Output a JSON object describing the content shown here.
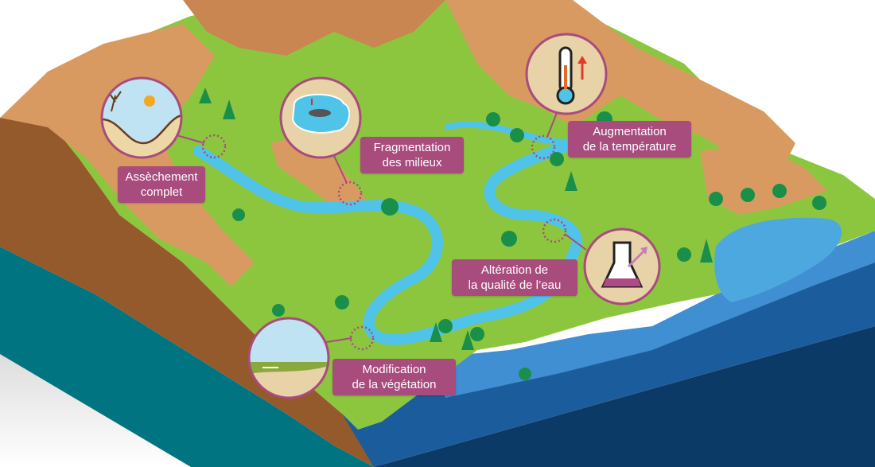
{
  "diagram": {
    "type": "isometric landscape illustration",
    "colors": {
      "label_bg": "#a84b7d",
      "callout_stroke": "#a84b7d",
      "mountain": "#d99a62",
      "grass": "#8cc63f",
      "river": "#4fc3e8",
      "sea_shallow": "#3f8fd2",
      "sea_deep": "#1b5d9c",
      "soil_edge": "#945a2c",
      "teal_edge": "#007481"
    },
    "callouts": [
      {
        "id": "drying",
        "icon": "dry-riverbed-icon",
        "lines": [
          "Assèchement",
          "complet"
        ]
      },
      {
        "id": "fragmentation",
        "icon": "fish-in-isolated-pool-icon",
        "lines": [
          "Fragmentation",
          "des milieux"
        ]
      },
      {
        "id": "temperature",
        "icon": "thermometer-rising-icon",
        "lines": [
          "Augmentation",
          "de la température"
        ]
      },
      {
        "id": "water-quality",
        "icon": "flask-rising-icon",
        "lines": [
          "Altération de",
          "la qualité de l’eau"
        ]
      },
      {
        "id": "vegetation",
        "icon": "riverbank-vegetation-icon",
        "lines": [
          "Modification",
          "de la végétation"
        ]
      }
    ]
  }
}
